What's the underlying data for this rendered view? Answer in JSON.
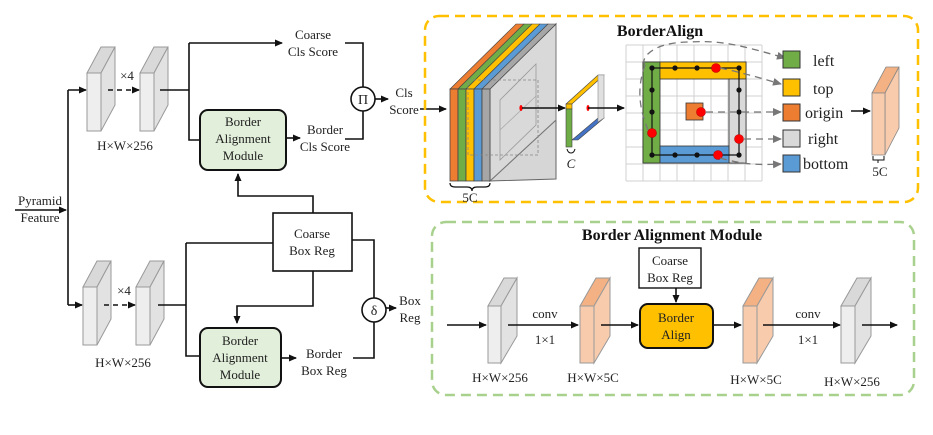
{
  "left": {
    "input_label_line1": "Pyramid",
    "input_label_line2": "Feature",
    "top_branch": {
      "repeat_label": "×4",
      "dims": "H×W×256",
      "coarse_line1": "Coarse",
      "coarse_line2": "Cls Score",
      "module_line1": "Border",
      "module_line2": "Alignment",
      "module_line3": "Module",
      "border_line1": "Border",
      "border_line2": "Cls Score",
      "op_symbol": "Π",
      "out_line1": "Cls",
      "out_line2": "Score"
    },
    "bottom_branch": {
      "repeat_label": "×4",
      "dims": "H×W×256",
      "coarse_box_line1": "Coarse",
      "coarse_box_line2": "Box Reg",
      "module_line1": "Border",
      "module_line2": "Alignment",
      "module_line3": "Module",
      "border_line1": "Border",
      "border_line2": "Box Reg",
      "op_symbol": "δ",
      "out_line1": "Box",
      "out_line2": "Reg"
    }
  },
  "border_align_panel": {
    "title": "BorderAlign",
    "stack_label": "5C",
    "slice_label": "C",
    "output_label": "5C",
    "legend": [
      {
        "label": "left",
        "color": "#70ad47"
      },
      {
        "label": "top",
        "color": "#ffc000"
      },
      {
        "label": "origin",
        "color": "#ed7d31"
      },
      {
        "label": "right",
        "color": "#d9d9d9"
      },
      {
        "label": "bottom",
        "color": "#5b9bd5"
      }
    ]
  },
  "bam_panel": {
    "title": "Border Alignment Module",
    "coarse_line1": "Coarse",
    "coarse_line2": "Box Reg",
    "align_line1": "Border",
    "align_line2": "Align",
    "conv1_top": "conv",
    "conv1_bottom": "1×1",
    "conv2_top": "conv",
    "conv2_bottom": "1×1",
    "dims": [
      "H×W×256",
      "H×W×5C",
      "H×W×5C",
      "H×W×256"
    ]
  },
  "colors": {
    "panel_border_orange": "#ffc000",
    "panel_border_green": "#a9d18e",
    "module_fill": "#e2efda",
    "align_fill": "#ffc000",
    "feature_gray": "#e7e7e7",
    "feature_peach": "#f8cbad",
    "sample_red": "#ff0000"
  }
}
